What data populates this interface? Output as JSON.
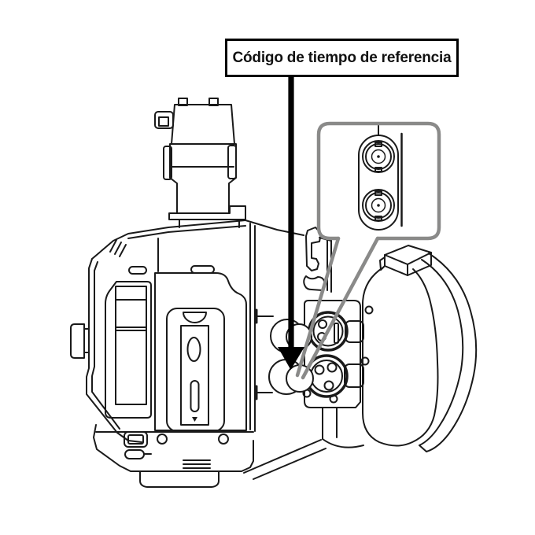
{
  "figure": {
    "caption": "Código de tiempo de referencia"
  },
  "colors": {
    "line": "#1a1a1a",
    "callout_gray": "#8a8a89",
    "label_border": "#000000",
    "arrow": "#000000",
    "background": "#ffffff"
  },
  "icons": [
    {
      "name": "pointer-arrow-icon",
      "shape": "filled-down-arrow"
    },
    {
      "name": "magnified-callout",
      "shape": "rounded-speech-bubble"
    },
    {
      "name": "bnc-connector-top-icon",
      "shape": "concentric-circles"
    },
    {
      "name": "bnc-connector-bottom-icon",
      "shape": "concentric-circles"
    }
  ]
}
